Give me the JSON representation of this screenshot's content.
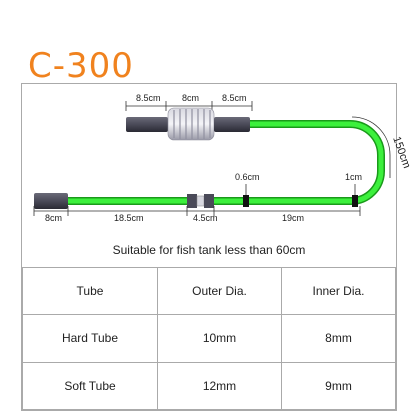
{
  "title": "C-300",
  "colors": {
    "title": "#f0821e",
    "tube_green": "#2ee82e",
    "frame": "#aaaaaa"
  },
  "dimensions": {
    "top_left": "8.5cm",
    "top_middle": "8cm",
    "top_right": "8.5cm",
    "curve": "150cm",
    "clip_left": "0.6cm",
    "clip_right": "1cm",
    "bottom_tip": "8cm",
    "bottom_first": "18.5cm",
    "bottom_connector": "4.5cm",
    "bottom_long": "19cm"
  },
  "note": "Suitable for fish tank less than 60cm",
  "table": {
    "headers": [
      "Tube",
      "Outer Dia.",
      "Inner Dia."
    ],
    "rows": [
      [
        "Hard Tube",
        "10mm",
        "8mm"
      ],
      [
        "Soft Tube",
        "12mm",
        "9mm"
      ]
    ]
  }
}
